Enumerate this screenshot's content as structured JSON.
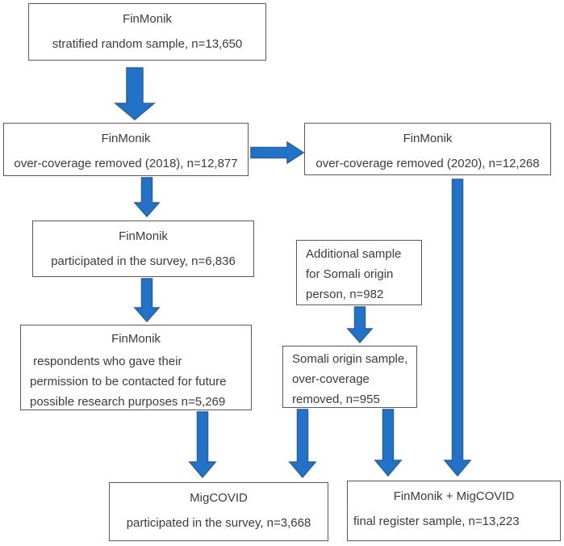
{
  "figure": {
    "type": "flowchart",
    "description": "Sampling flow of FinMonik and MigCOVID surveys"
  },
  "colors": {
    "arrow_fill": "#2273C8",
    "arrow_stroke": "#2B5F96",
    "box_border": "#595959",
    "text": "#3B3B3B",
    "background": "#FFFFFF"
  },
  "boxes": [
    {
      "name": "finmonik-stratified-sample",
      "title": "FinMonik",
      "lines": [
        "stratified random sample, n=13,650"
      ]
    },
    {
      "name": "finmonik-overcoverage-2018",
      "title": "FinMonik",
      "lines": [
        "over-coverage removed (2018), n=12,877"
      ]
    },
    {
      "name": "finmonik-overcoverage-2020",
      "title": "FinMonik",
      "lines": [
        "over-coverage removed (2020), n=12,268"
      ]
    },
    {
      "name": "finmonik-participated",
      "title": "FinMonik",
      "lines": [
        "participated in the survey, n=6,836"
      ]
    },
    {
      "name": "additional-somali-sample",
      "title": "",
      "lines": [
        "Additional sample",
        "for Somali origin",
        "person, n=982"
      ]
    },
    {
      "name": "finmonik-permission",
      "title": "FinMonik",
      "lines": [
        " respondents who gave their",
        "permission to be contacted for future",
        "possible research purposes n=5,269"
      ]
    },
    {
      "name": "somali-overcoverage-removed",
      "title": "",
      "lines": [
        "Somali origin sample,",
        "over-coverage",
        "removed, n=955"
      ]
    },
    {
      "name": "migcovid-participated",
      "title": "MigCOVID",
      "lines": [
        "participated in the survey, n=3,668"
      ]
    },
    {
      "name": "final-register-sample",
      "title": "FinMonik + MigCOVID",
      "lines": [
        "final register sample, n=13,223"
      ]
    }
  ],
  "arrows": [
    {
      "from": "finmonik-stratified-sample",
      "to": "finmonik-overcoverage-2018",
      "direction": "down"
    },
    {
      "from": "finmonik-overcoverage-2018",
      "to": "finmonik-overcoverage-2020",
      "direction": "right"
    },
    {
      "from": "finmonik-overcoverage-2018",
      "to": "finmonik-participated",
      "direction": "down"
    },
    {
      "from": "finmonik-participated",
      "to": "finmonik-permission",
      "direction": "down"
    },
    {
      "from": "additional-somali-sample",
      "to": "somali-overcoverage-removed",
      "direction": "down"
    },
    {
      "from": "finmonik-permission",
      "to": "migcovid-participated",
      "direction": "down"
    },
    {
      "from": "somali-overcoverage-removed",
      "to": "migcovid-participated",
      "direction": "down"
    },
    {
      "from": "somali-overcoverage-removed",
      "to": "final-register-sample",
      "direction": "down"
    },
    {
      "from": "finmonik-overcoverage-2020",
      "to": "final-register-sample",
      "direction": "down"
    }
  ]
}
